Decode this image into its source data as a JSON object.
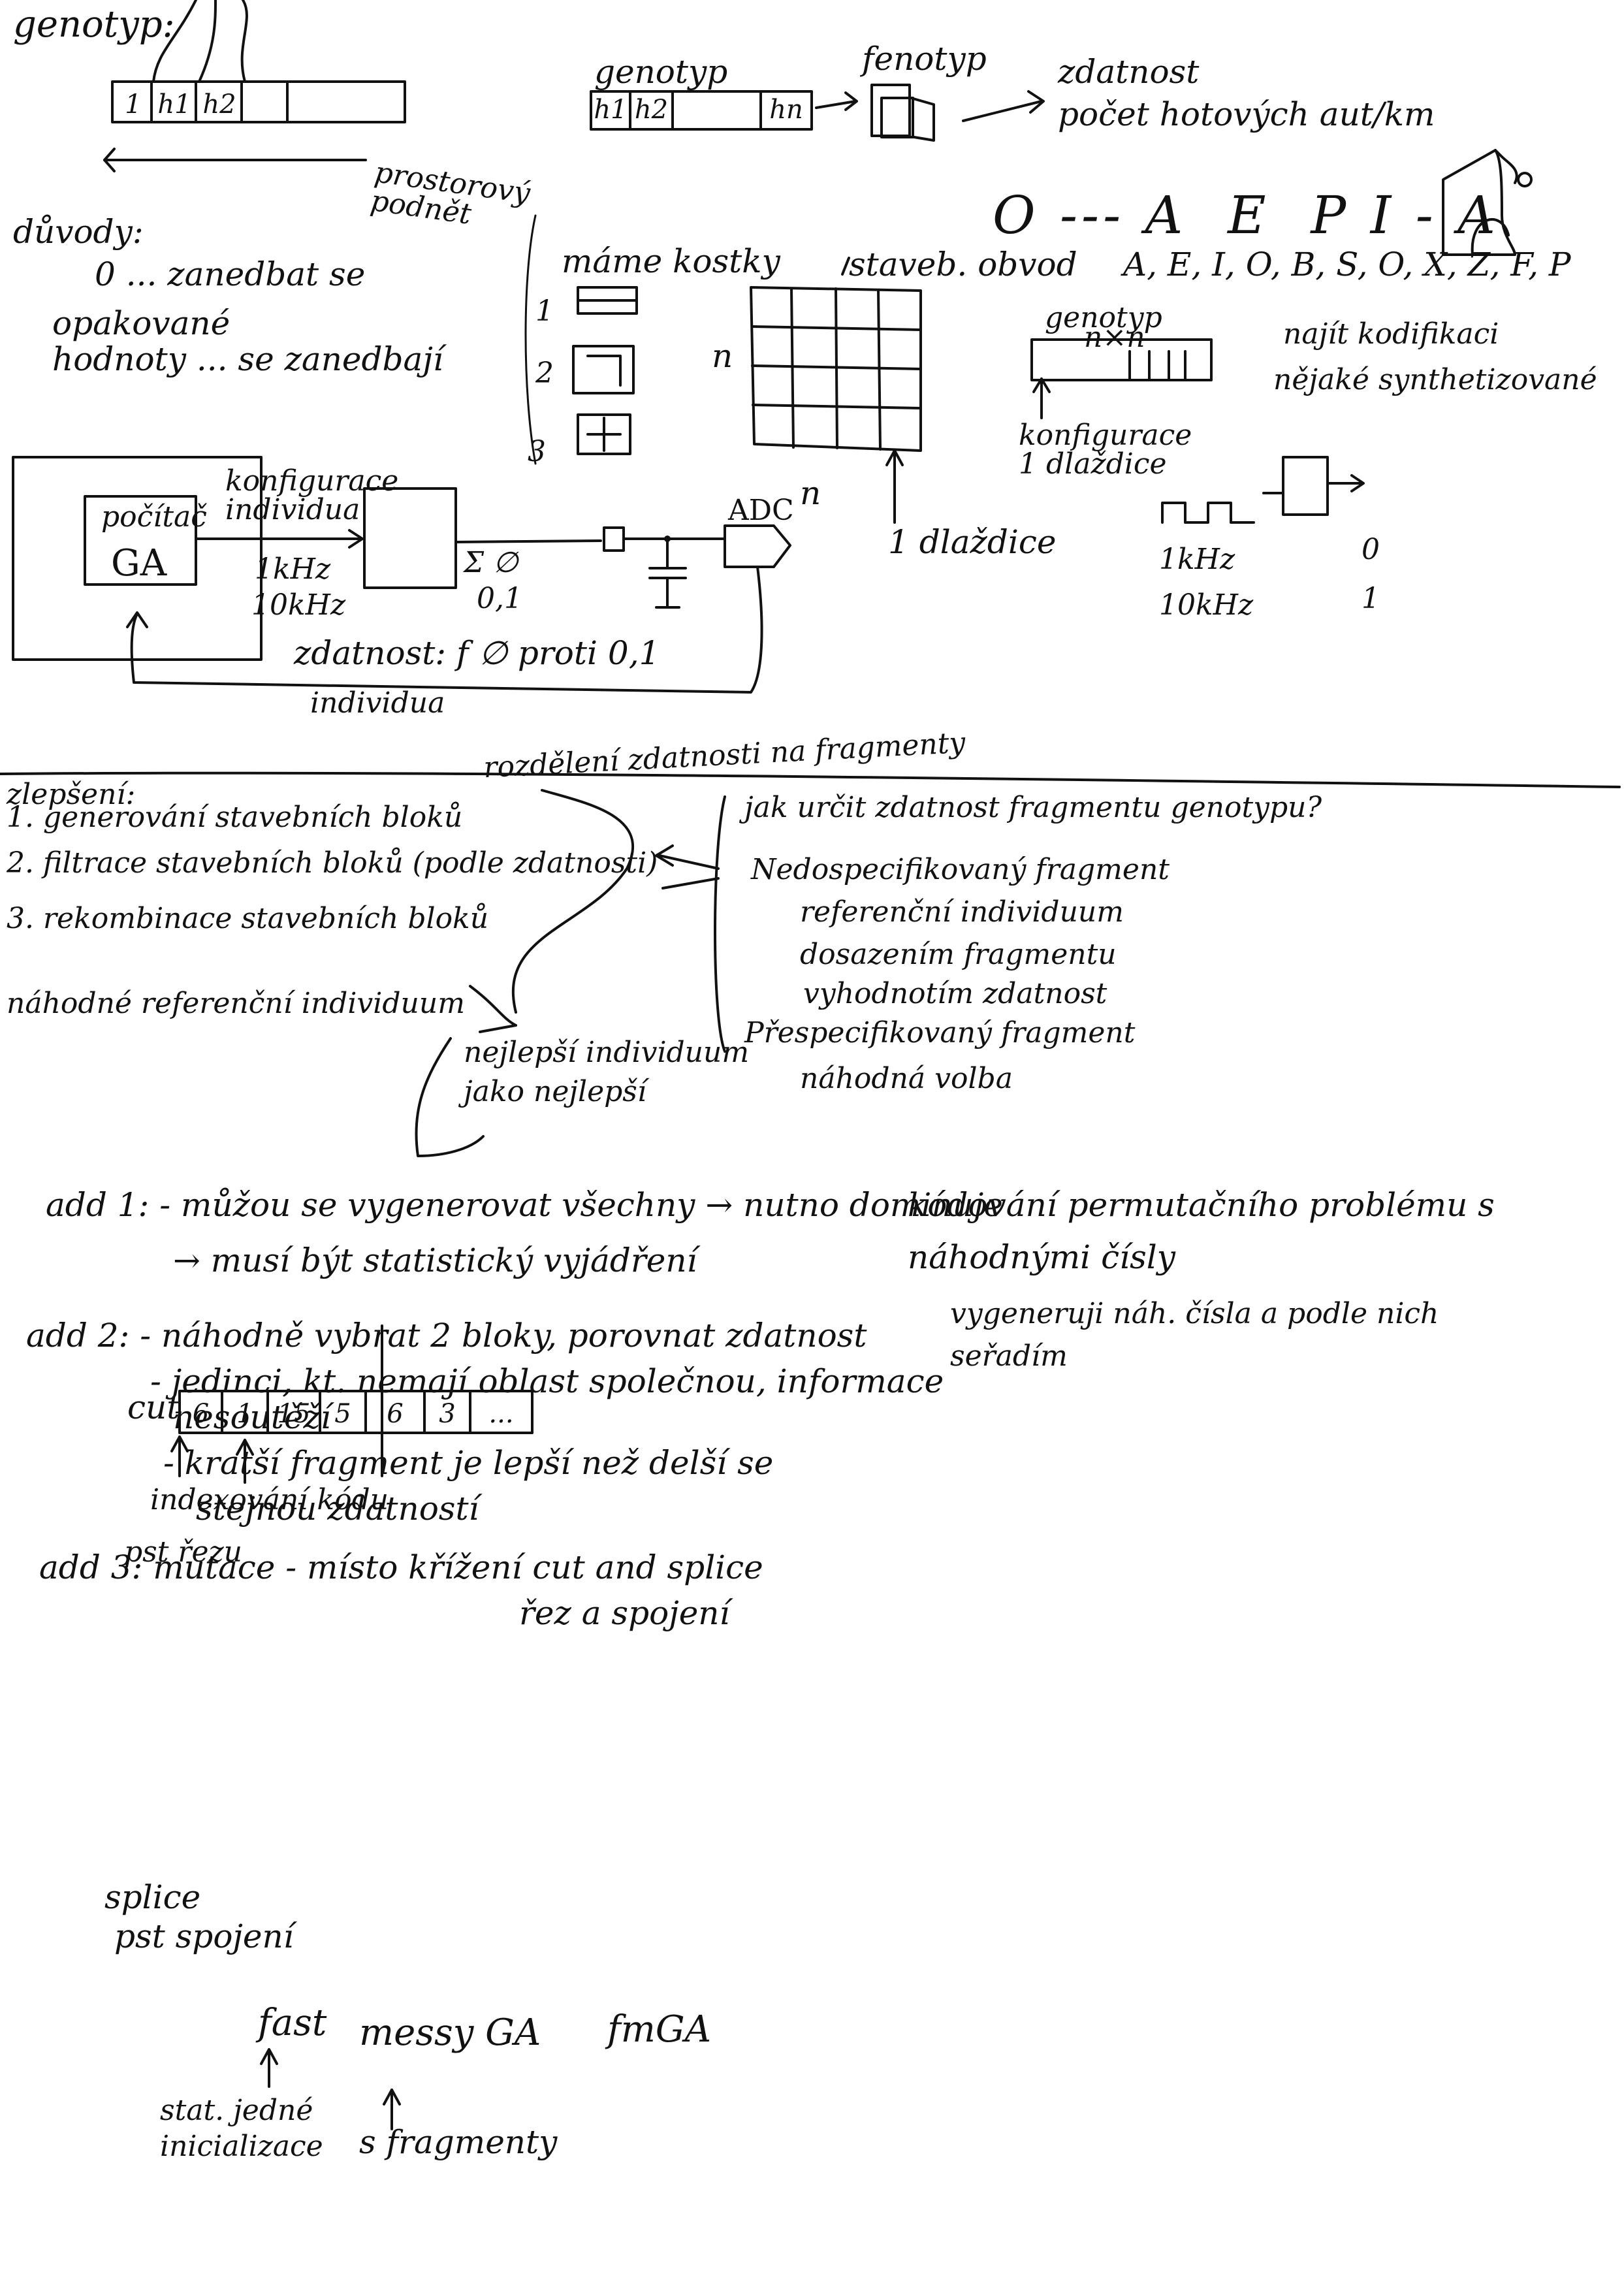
{
  "top": {
    "genotyp_label": "genotyp:",
    "genotyp_cells": [
      "1",
      "h1",
      "h2"
    ],
    "prostorovy_podnet": "prostorový podnět",
    "genotyp2_label": "genotyp",
    "genotyp2_cells": [
      "h1",
      "h2",
      "hn"
    ],
    "fenotyp_label": "fenotyp",
    "zdatnost_label": "zdatnost",
    "zdatnost_desc": "počet hotových aut/km"
  },
  "left_notes": {
    "duvody": "důvody:",
    "line1": "0 ... zanedbat se",
    "line2a": "opakované",
    "line2b": "hodnoty ... se zanedbají"
  },
  "middle": {
    "mame_kostky": "máme kostky",
    "kostky_numbers": [
      "1",
      "2",
      "3"
    ],
    "n_label": "n",
    "stavebnice": "staveb. obvod",
    "n_label2": "n",
    "dlazdice": "1 dlaždice"
  },
  "right_top": {
    "word": "O --- A  E  P I - A",
    "letters": "A, E, I, O, B, S, O, X, Z, F, P",
    "genotyp_label": "genotyp",
    "nxn": "n×n",
    "konfigurace": "konfigurace 1 dlaždice",
    "najit": "najít kodifikaci",
    "nejaky": "nějaké synthetizované",
    "freq_1khz": "1kHz",
    "freq_10khz": "10kHz",
    "out_0": "0",
    "out_1": "1"
  },
  "circuit": {
    "pocitac": "počítač",
    "ga": "GA",
    "konfigurace": "konfigurace individua",
    "f1": "1kHz",
    "f2": "10kHz",
    "sum": "Σ ∅",
    "sum2": "0,1",
    "adc": "ADC",
    "zdatnost": "zdatnost: f ∅ proti 0,1",
    "individua": "individua"
  },
  "algorithm": {
    "rozdeleni": "rozdělení zdatnosti na fragmenty",
    "zlepseni": "zlepšení:",
    "step1": "1. generování stavebních bloků",
    "step2": "2. filtrace stavebních bloků (podle zdatnosti)",
    "step3": "3. rekombinace stavebních bloků",
    "nahodne": "náhodné referenční individuum",
    "nejlepsi1": "nejlepší individuum",
    "nejlepsi2": "jako nejlepší",
    "q_title": "jak určit zdatnost fragmentu genotypu?",
    "q_a1": "Nedospecifikovaný fragment",
    "q_a2": "referenční individuum",
    "q_a3": "dosazením fragmentu",
    "q_a4": "vyhodnotím zdatnost",
    "q_b1": "Přespecifikovaný fragment",
    "q_b2": "náhodná volba"
  },
  "adds": {
    "add1a": "add 1: - můžou se vygenerovat všechny → nutno dominuje",
    "add1b": "→ musí být statistický vyjádření",
    "add2a": "add 2: - náhodně vybrat 2 bloky, porovnat zdatnost",
    "add2b": "- jedinci, kt. nemají oblast společnou, informace",
    "add2c": "nesoutěží",
    "add2d": "- kratší fragment je lepší než delší se",
    "add2e": "stejnou zdatností",
    "add3a": "add 3: mutace - místo křížení cut and splice",
    "add3b": "řez a spojení",
    "kodovani1": "kódování permutačního problému s",
    "kodovani2": "náhodnými čísly",
    "kodovani3": "vygeneruji náh. čísla a podle nich",
    "kodovani4": "seřadím"
  },
  "cut": {
    "label": "cut",
    "cells": [
      "6",
      "1",
      "15",
      "5",
      "6",
      "3",
      "..."
    ],
    "indexovani": "indexování kódu",
    "pst_rezu": "pst řezu",
    "splice": "splice",
    "pst_spojeni": "pst spojení",
    "fast": "fast",
    "messy": "messy GA",
    "fmga": "fmGA",
    "stat_jedne": "stat. jedné",
    "inicializace": "inicializace",
    "s_fragmenty": "s fragmenty"
  }
}
